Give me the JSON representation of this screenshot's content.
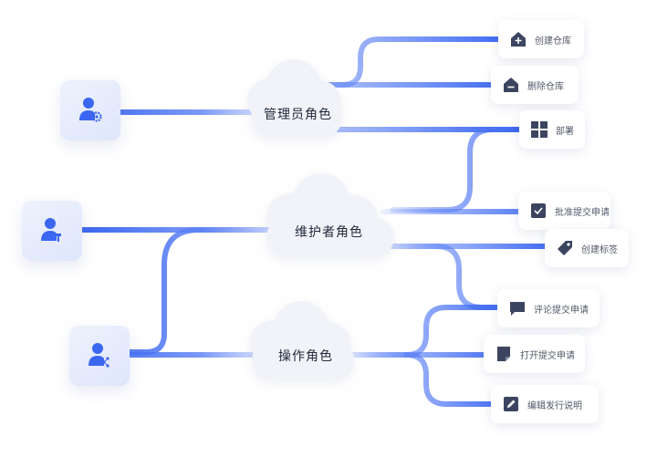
{
  "roles": [
    {
      "id": "admin",
      "label": "管理员角色",
      "avatar_icon": "user-gear-icon"
    },
    {
      "id": "maintainer",
      "label": "维护者角色",
      "avatar_icon": "user-wrench-icon"
    },
    {
      "id": "operator",
      "label": "操作角色",
      "avatar_icon": "user-share-icon"
    }
  ],
  "permissions": [
    {
      "label": "创建仓库",
      "icon": "house-plus-icon"
    },
    {
      "label": "删除仓库",
      "icon": "house-minus-icon"
    },
    {
      "label": "部署",
      "icon": "grid-icon"
    },
    {
      "label": "批准提交申请",
      "icon": "checkbox-icon"
    },
    {
      "label": "创建标签",
      "icon": "tag-icon"
    },
    {
      "label": "评论提交申请",
      "icon": "comment-icon"
    },
    {
      "label": "打开提交申请",
      "icon": "document-icon"
    },
    {
      "label": "编辑发行说明",
      "icon": "edit-icon"
    }
  ],
  "colors": {
    "accent": "#3a66f0",
    "icon_dark": "#3b4560",
    "cloud": "#f1f3f8"
  }
}
